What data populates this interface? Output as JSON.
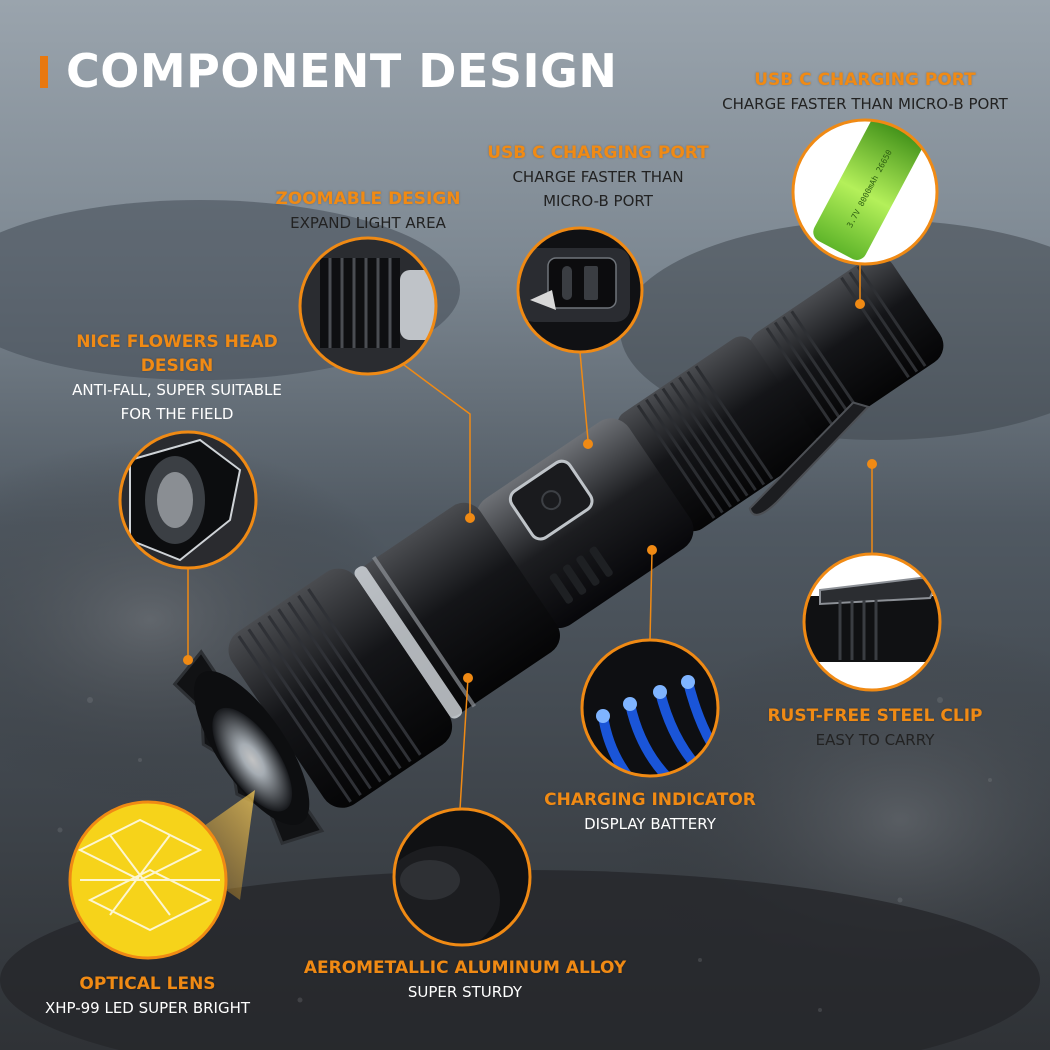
{
  "title": "COMPONENT DESIGN",
  "colors": {
    "accent": "#f08a14",
    "title": "#ffffff"
  },
  "callouts": [
    {
      "id": "usb-battery",
      "heading": "USB C CHARGING PORT",
      "sub": [
        "CHARGE FASTER THAN MICRO-B PORT"
      ],
      "image": "battery-cell"
    },
    {
      "id": "usb-port",
      "heading": "USB C CHARGING PORT",
      "sub": [
        "CHARGE FASTER THAN",
        "MICRO-B PORT"
      ],
      "image": "usb-c-port"
    },
    {
      "id": "zoomable",
      "heading": "ZOOMABLE DESIGN",
      "sub": [
        "EXPAND LIGHT AREA"
      ],
      "image": "zoom-ring"
    },
    {
      "id": "head",
      "heading": "NICE FLOWERS HEAD DESIGN",
      "heading_lines": [
        "NICE FLOWERS HEAD",
        "DESIGN"
      ],
      "sub": [
        "ANTI-FALL, SUPER SUITABLE",
        "FOR THE FIELD"
      ],
      "image": "crenelated-head"
    },
    {
      "id": "clip",
      "heading": "RUST-FREE STEEL CLIP",
      "sub": [
        "EASY TO CARRY"
      ],
      "image": "steel-clip"
    },
    {
      "id": "indicator",
      "heading": "CHARGING INDICATOR",
      "sub": [
        "DISPLAY BATTERY"
      ],
      "image": "blue-led-indicator"
    },
    {
      "id": "lens",
      "heading": "OPTICAL LENS",
      "sub": [
        "XHP-99 LED  SUPER BRIGHT"
      ],
      "image": "yellow-lens-grid"
    },
    {
      "id": "alloy",
      "heading": "AEROMETALLIC ALUMINUM ALLOY",
      "sub": [
        "SUPER STURDY"
      ],
      "image": "alloy-body"
    }
  ],
  "battery_print": "3.7V 8000mAh 26650"
}
